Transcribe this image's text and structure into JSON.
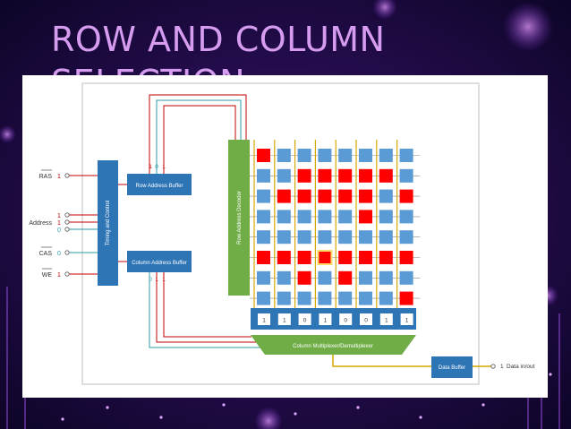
{
  "slide": {
    "title": "ROW AND COLUMN SELECTION"
  },
  "diagram": {
    "signals": {
      "ras": {
        "label": "RAS",
        "value": "1"
      },
      "address": {
        "label": "Address",
        "values": [
          "1",
          "1",
          "0"
        ]
      },
      "cas": {
        "label": "CAS",
        "value": "0"
      },
      "we": {
        "label": "WE",
        "value": "1"
      }
    },
    "timing_block": "Timing and Control",
    "row_buffer": {
      "label": "Row Address Buffer",
      "bits": [
        "1",
        "0",
        "1"
      ]
    },
    "column_buffer": {
      "label": "Column Address Buffer",
      "bits": [
        "0",
        "1",
        "1"
      ]
    },
    "row_decoder": "Row Address Decoder",
    "mux": "Column Multiplexer/Demultiplexer",
    "sense_bits": [
      "1",
      "1",
      "0",
      "1",
      "0",
      "0",
      "1",
      "1"
    ],
    "data_buffer": "Data Buffer",
    "data_out": {
      "value": "1",
      "label": "Data in/out"
    },
    "grid": [
      [
        1,
        0,
        0,
        0,
        0,
        0,
        0,
        0
      ],
      [
        0,
        0,
        1,
        1,
        1,
        1,
        1,
        0
      ],
      [
        0,
        1,
        1,
        1,
        1,
        1,
        0,
        1
      ],
      [
        0,
        0,
        0,
        0,
        0,
        1,
        0,
        0
      ],
      [
        0,
        0,
        0,
        0,
        0,
        0,
        0,
        0
      ],
      [
        1,
        1,
        1,
        2,
        1,
        1,
        1,
        1
      ],
      [
        0,
        0,
        1,
        0,
        1,
        0,
        0,
        0
      ],
      [
        0,
        0,
        0,
        0,
        0,
        0,
        0,
        1
      ]
    ],
    "colors": {
      "cell_off": "#5b9bd5",
      "cell_on": "#ff0000",
      "cell_selected": "#ffd966",
      "block_blue": "#2e75b6",
      "decoder_green": "#70ad47",
      "gold_line": "#d4a800",
      "red_wire": "#c00000",
      "teal_wire": "#2e9aa8",
      "title": "#d59cf0"
    }
  }
}
